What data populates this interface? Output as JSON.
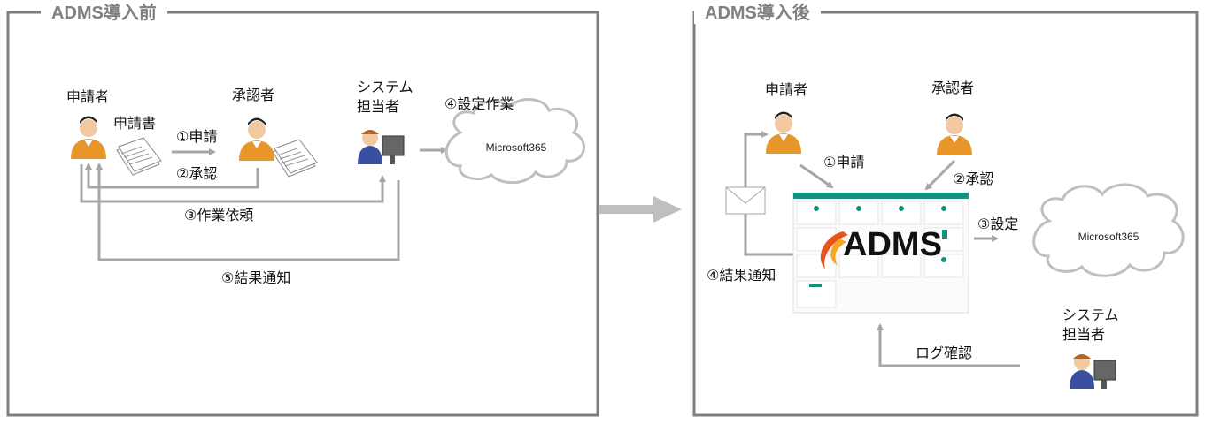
{
  "before": {
    "title": "ADMS導入前",
    "applicant": "申請者",
    "application_form": "申請書",
    "approver": "承認者",
    "system_admin_line1": "システム",
    "system_admin_line2": "担当者",
    "step1": "①申請",
    "step2": "②承認",
    "step3": "③作業依頼",
    "step4": "④設定作業",
    "step5": "⑤結果通知",
    "cloud": "Microsoft365"
  },
  "after": {
    "title": "ADMS導入後",
    "applicant": "申請者",
    "approver": "承認者",
    "system_admin_line1": "システム",
    "system_admin_line2": "担当者",
    "step1": "①申請",
    "step2": "②承認",
    "step3": "③設定",
    "step4": "④結果通知",
    "log_check": "ログ確認",
    "cloud": "Microsoft365",
    "adms_logo": "ADMS"
  },
  "colors": {
    "frame": "#7f7f7f",
    "arrow": "#a6a6a6",
    "teal": "#16917f",
    "person_orange": "#e8962a"
  }
}
